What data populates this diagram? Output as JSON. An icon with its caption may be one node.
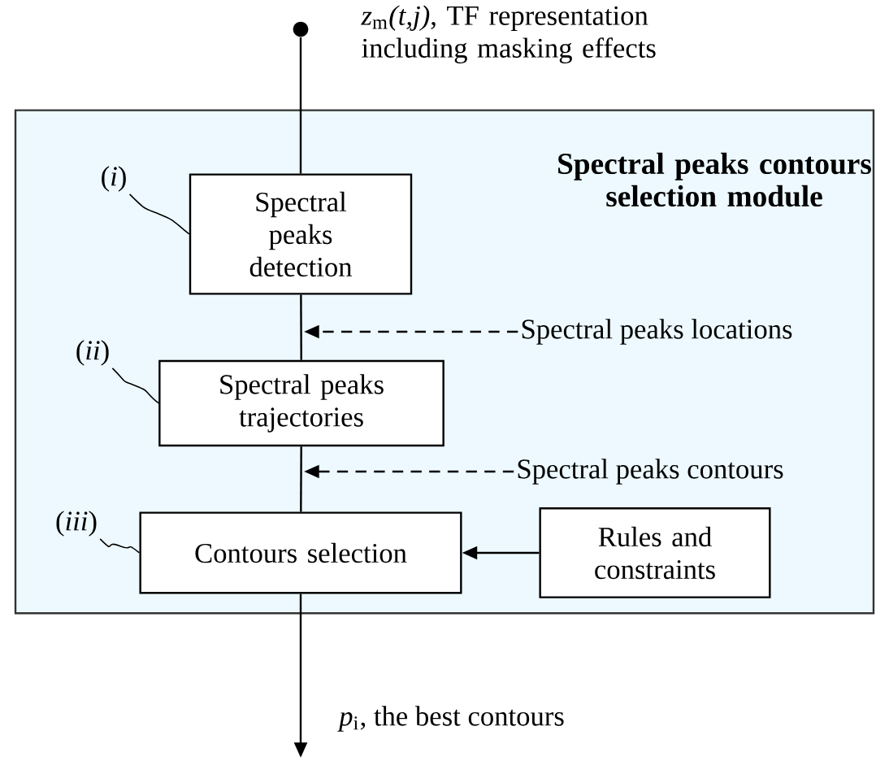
{
  "diagram": {
    "nodes": [
      {
        "text": [
          "Spectral peaks contours selection module"
        ]
      },
      {
        "text": [
          "Spectral peaks detection"
        ],
        "in": 0
      },
      {
        "text": [
          "Spectral peaks trajectories"
        ],
        "in": 0
      },
      {
        "text": [
          "Contours selection"
        ],
        "in": 0
      },
      {
        "text": [
          "Rules and constraints"
        ],
        "in": 0
      },
      {
        "text": [],
        "shape": "circle",
        "beside": [
          "*z*$_{m}$*(t,j)*, TF representation including masking effects"
        ]
      },
      {
        "text": [
          "Spectral peaks locations"
        ],
        "in": 0
      },
      {
        "text": [
          "Spectral peaks contours"
        ],
        "in": 0
      },
      {
        "text": [
          "(*i*)"
        ],
        "in": 0
      },
      {
        "text": [
          "(*ii*)"
        ],
        "in": 0
      },
      {
        "text": [
          "(*iii*)"
        ],
        "in": 0
      }
    ],
    "edges": [
      {
        "from": 5,
        "to": 1,
        "arrow": "none"
      },
      {
        "from": 1,
        "to": 2,
        "arrow": "none"
      },
      {
        "from": 2,
        "to": 3,
        "arrow": "none"
      },
      {
        "from": 3,
        "to": null,
        "arrow": "to",
        "label": "*p*$_{i}$, the best contours"
      },
      {
        "from": 4,
        "to": 3,
        "arrow": "to"
      },
      {
        "from": 6,
        "to": null,
        "arrow": "to",
        "style": "dashed"
      },
      {
        "from": 7,
        "to": null,
        "arrow": "to",
        "style": "dashed"
      },
      {
        "from": 8,
        "to": 1,
        "arrow": "none"
      },
      {
        "from": 9,
        "to": 2,
        "arrow": "none"
      },
      {
        "from": 10,
        "to": 3,
        "arrow": "none"
      }
    ]
  }
}
